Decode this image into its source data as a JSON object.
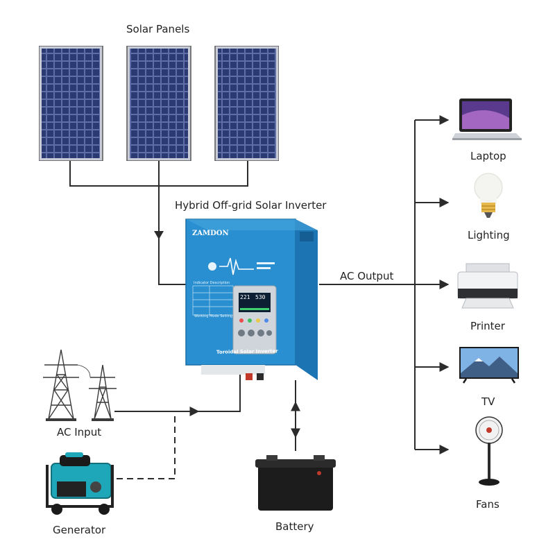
{
  "labels": {
    "solar_panels": "Solar Panels",
    "inverter": "Hybrid Off-grid Solar Inverter",
    "ac_output": "AC Output",
    "ac_input": "AC Input",
    "generator": "Generator",
    "battery": "Battery",
    "laptop": "Laptop",
    "lighting": "Lighting",
    "printer": "Printer",
    "tv": "TV",
    "fans": "Fans"
  },
  "inverter_device": {
    "brand": "ZAMDON",
    "model_text": "Toroidal Solar Inverter",
    "indicator_title": "Indicator Description",
    "mode_text": "Working Mode Setting",
    "display_left": "221",
    "display_right": "530"
  },
  "colors": {
    "line": "#2b2b2b",
    "inverter_blue": "#2a8fd0",
    "panel_blue": "#2b3a72",
    "generator_teal": "#1ea7b8"
  }
}
